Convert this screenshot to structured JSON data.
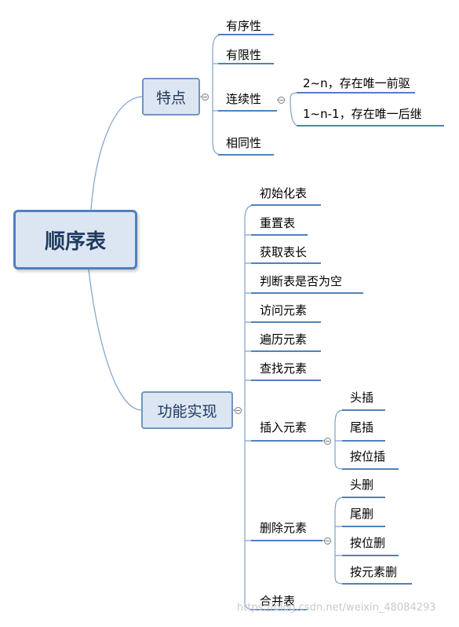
{
  "root": "顺序表",
  "features": {
    "label": "特点",
    "items": [
      "有序性",
      "有限性",
      "连续性",
      "相同性"
    ],
    "continuity_details": [
      "2~n，存在唯一前驱",
      "1~n-1，存在唯一后继"
    ]
  },
  "functions": {
    "label": "功能实现",
    "items": [
      "初始化表",
      "重置表",
      "获取表长",
      "判断表是否为空",
      "访问元素",
      "遍历元素",
      "查找元素",
      "插入元素",
      "删除元素",
      "合并表"
    ],
    "insert_children": [
      "头插",
      "尾插",
      "按位插"
    ],
    "delete_children": [
      "头删",
      "尾删",
      "按位删",
      "按元素删"
    ]
  },
  "watermark": "https://blog.csdn.net/weixin_48084293",
  "colors": {
    "line": "#4f81bd",
    "node_fill": "#dce6f2",
    "node_border": "#4f81bd",
    "text": "#1f3a60"
  }
}
